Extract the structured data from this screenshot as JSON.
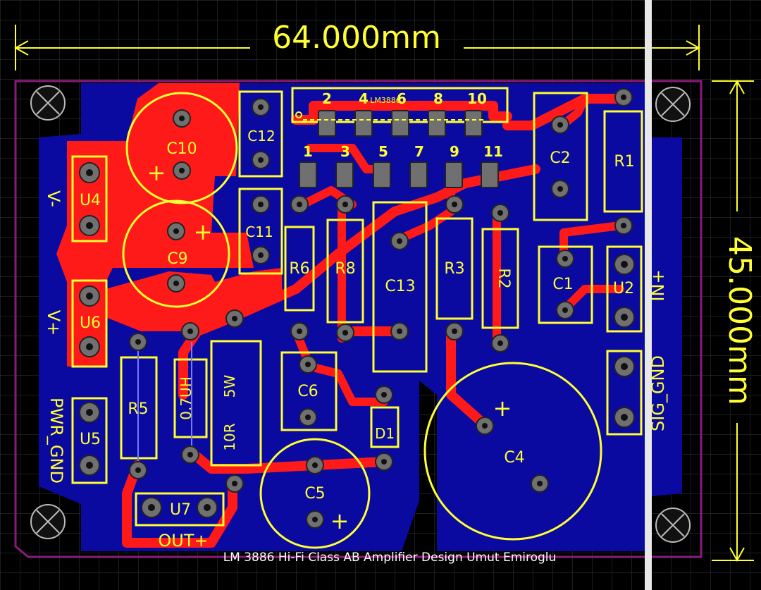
{
  "dimensions": {
    "width_label": "64.000mm",
    "height_label": "45.000mm"
  },
  "footer_text": "LM 3886 Hi-Fi Class AB Amplifier Design Umut Emiroglu",
  "ic": {
    "name": "LM3886",
    "top_pins": [
      "2",
      "4",
      "6",
      "8",
      "10"
    ],
    "bottom_pins": [
      "1",
      "3",
      "5",
      "7",
      "9",
      "11"
    ]
  },
  "components": {
    "c10": "C10",
    "c9": "C9",
    "c12": "C12",
    "c11": "C11",
    "c2": "C2",
    "r1": "R1",
    "r6": "R6",
    "r8": "R8",
    "c13": "C13",
    "r3": "R3",
    "r2": "R2",
    "c1": "C1",
    "u2": "U2",
    "u4": "U4",
    "u6": "U6",
    "u5": "U5",
    "u7": "U7",
    "r5": "R5",
    "inductor": "0.7UH",
    "power_res_a": "5W",
    "power_res_b": "10R",
    "c6": "C6",
    "d1": "D1",
    "c5": "C5",
    "c4": "C4"
  },
  "connector_labels": {
    "v_minus": "V-",
    "v_plus": "V+",
    "pwr_gnd": "PWR_GND",
    "out_plus": "OUT+",
    "in_plus": "IN+",
    "sig_gnd": "SIG_GND"
  },
  "polarity": {
    "plus": "+"
  },
  "colors": {
    "background": "#000000",
    "grid": "#3a3a3a",
    "board_outline": "#8a1a7a",
    "bottom_layer": "#0a0aa0",
    "top_layer": "#ff1a1a",
    "silkscreen": "#ffff33",
    "pad": "#6b6b6b",
    "dimension_text": "#ffff33"
  }
}
